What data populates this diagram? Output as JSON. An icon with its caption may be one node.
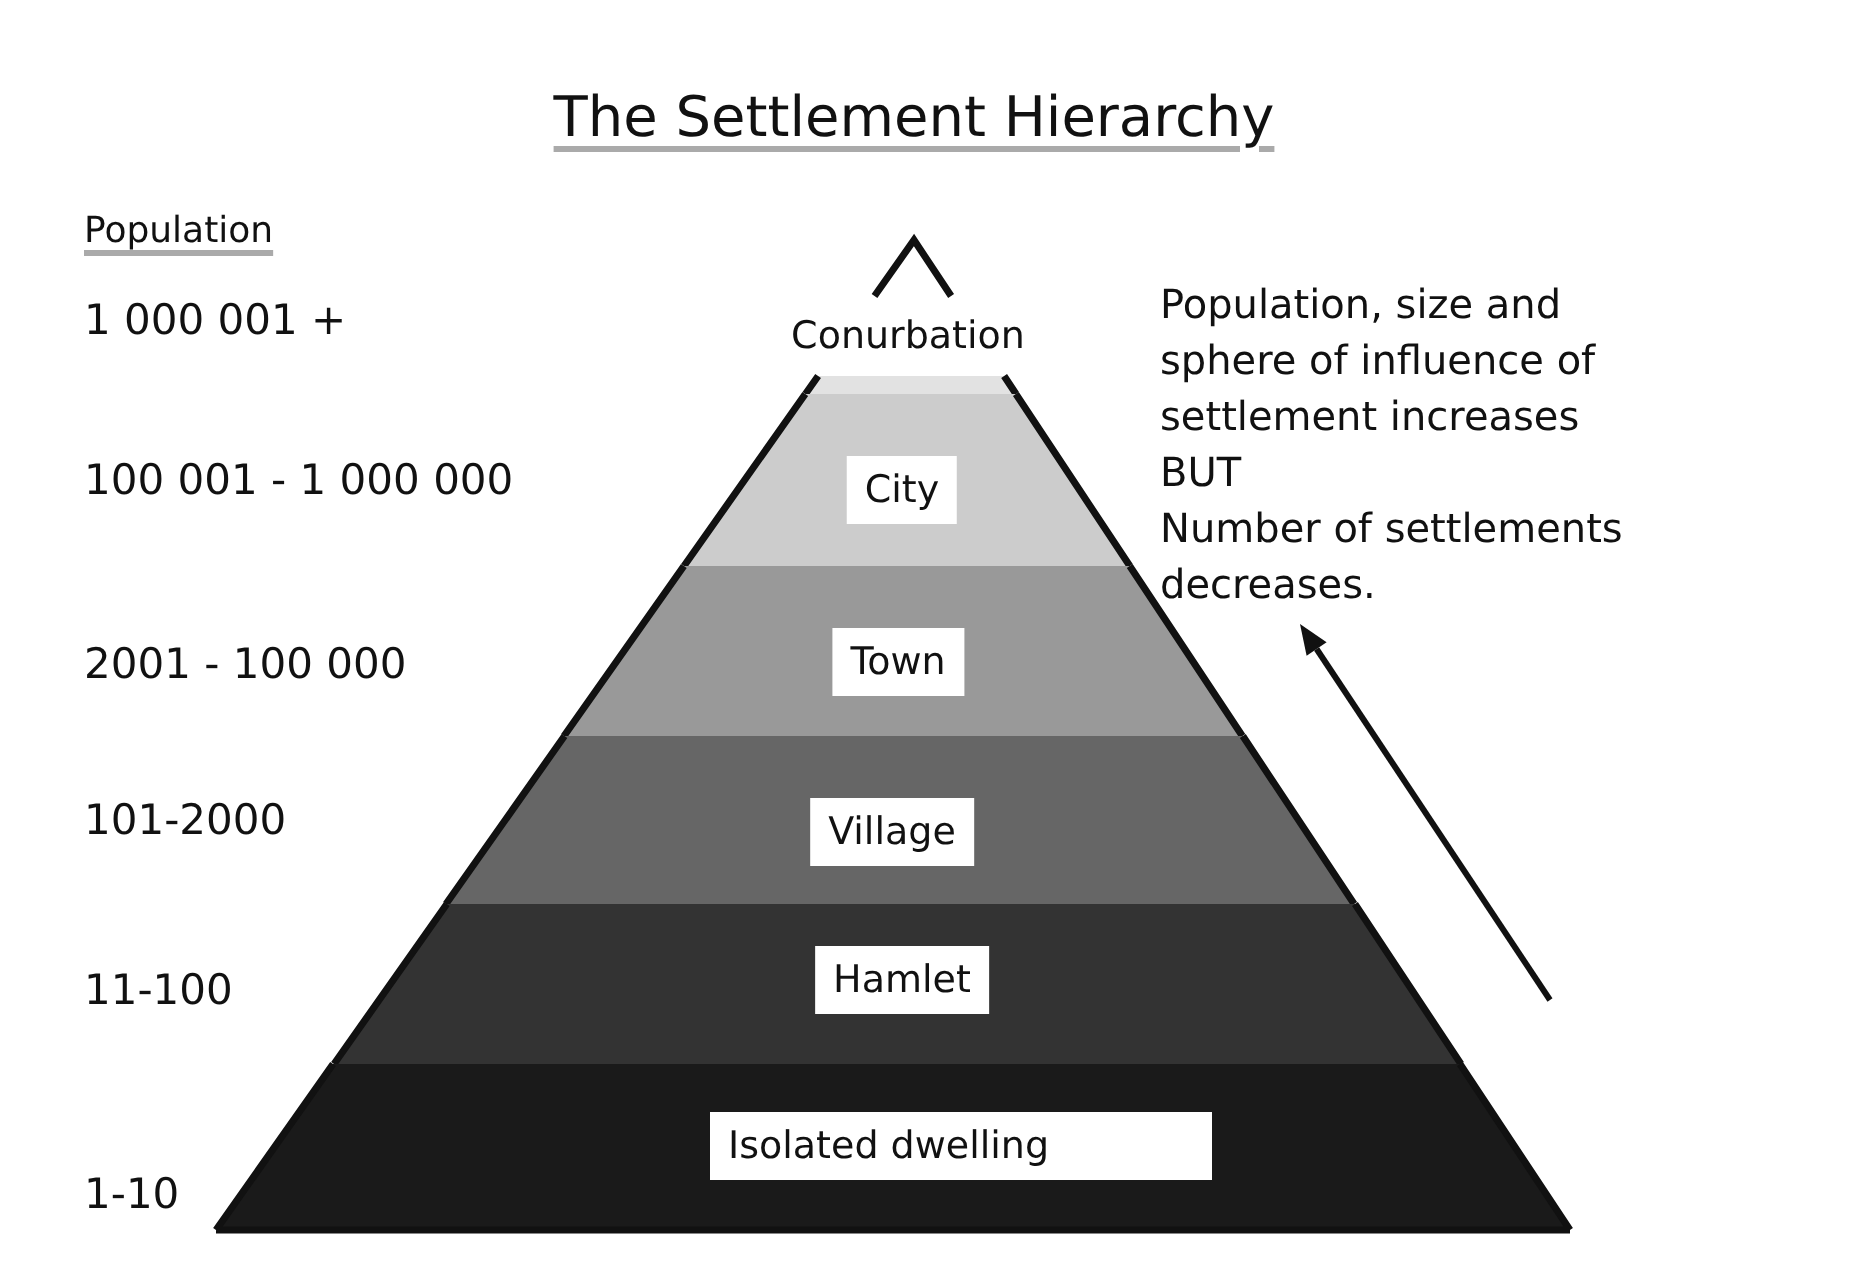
{
  "diagram": {
    "title": "The Settlement Hierarchy",
    "nodes": [
      {
        "text": [
          "Conurbation"
        ]
      },
      {
        "text": [
          "City"
        ]
      },
      {
        "text": [
          "Town"
        ]
      },
      {
        "text": [
          "Village"
        ]
      },
      {
        "text": [
          "Hamlet"
        ]
      },
      {
        "text": [
          "Isolated dwelling"
        ]
      }
    ],
    "labels": [
      "Population",
      "1 000 001 +",
      "100 001 - 1 000 000",
      "2001 - 100 000",
      "101-2000",
      "11-100",
      "1-10",
      "Population, size and sphere of influence of settlement increases",
      "BUT",
      "Number of settlements decreases."
    ]
  }
}
